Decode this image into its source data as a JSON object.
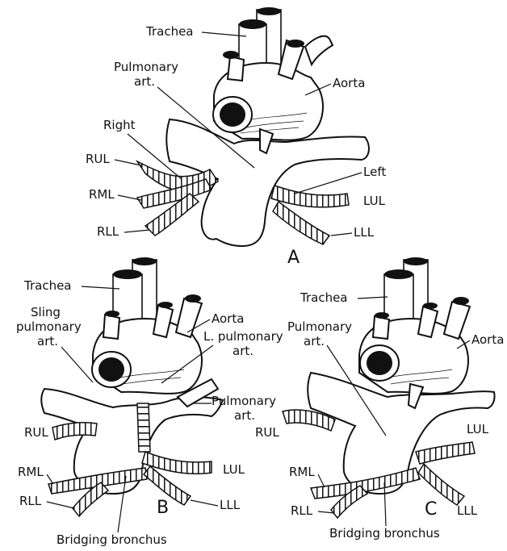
{
  "panels": {
    "A": {
      "letter": "A",
      "labels": {
        "trachea": "Trachea",
        "pulmonary_art_1": "Pulmonary",
        "pulmonary_art_2": "art.",
        "aorta": "Aorta",
        "right": "Right",
        "left": "Left",
        "rul": "RUL",
        "rml": "RML",
        "rll": "RLL",
        "lul": "LUL",
        "lll": "LLL"
      }
    },
    "B": {
      "letter": "B",
      "labels": {
        "trachea": "Trachea",
        "sling_1": "Sling",
        "sling_2": "pulmonary",
        "sling_3": "art.",
        "aorta": "Aorta",
        "lpulm_1": "L. pulmonary",
        "lpulm_2": "art.",
        "pulm_1": "Pulmonary",
        "pulm_2": "art.",
        "rul": "RUL",
        "rml": "RML",
        "rll": "RLL",
        "lul": "LUL",
        "lll": "LLL",
        "bridging": "Bridging bronchus"
      }
    },
    "C": {
      "letter": "C",
      "labels": {
        "trachea": "Trachea",
        "pulm_1": "Pulmonary",
        "pulm_2": "art.",
        "aorta": "Aorta",
        "rul": "RUL",
        "rml": "RML",
        "rll": "RLL",
        "lul": "LUL",
        "lll": "LLL",
        "bridging": "Bridging bronchus"
      }
    }
  }
}
